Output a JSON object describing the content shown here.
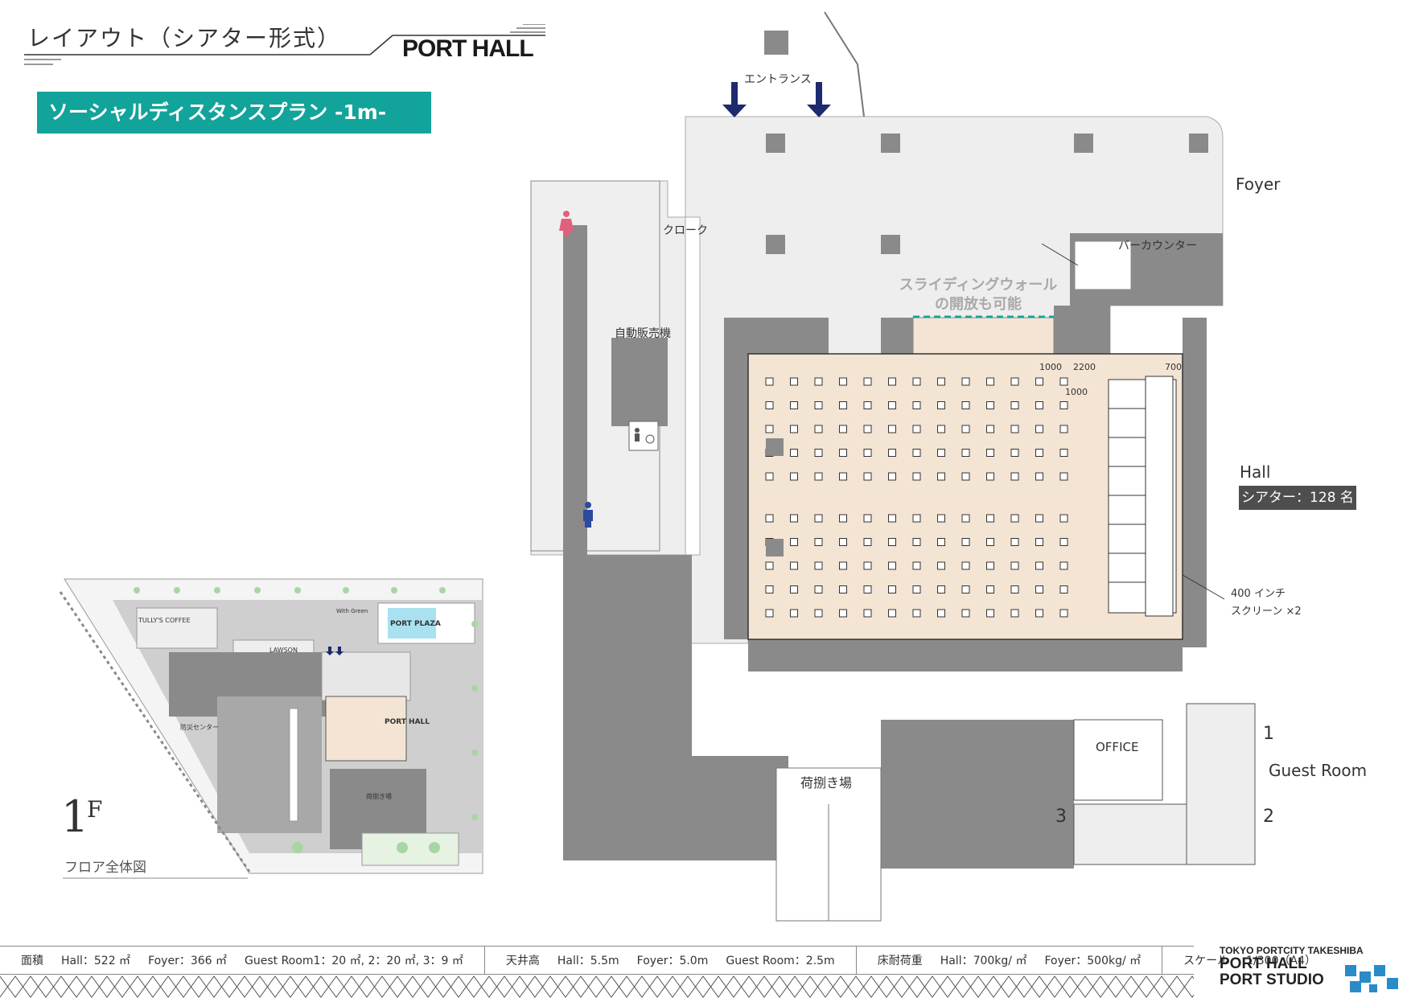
{
  "header": {
    "title": "レイアウト（シアター形式）",
    "brand": "PORT HALL"
  },
  "plan_badge": "ソーシャルディスタンスプラン -1m-",
  "floorplan": {
    "entrance": "エントランス",
    "foyer": "Foyer",
    "cloak": "クローク",
    "vending": "自動販売機",
    "bar_counter": "バーカウンター",
    "sliding_wall_line1": "スライディングウォール",
    "sliding_wall_line2": "の開放も可能",
    "dim_1000_a": "1000",
    "dim_2200": "2200",
    "dim_700": "700",
    "dim_1000_b": "1000",
    "hall": "Hall",
    "capacity": "シアター：128 名",
    "screen_line1": "400 インチ",
    "screen_line2": "スクリーン ×2",
    "office": "OFFICE",
    "loading": "荷捌き場",
    "guest_room": "Guest Room",
    "room_1": "1",
    "room_2": "2",
    "room_3": "3"
  },
  "site_map": {
    "floor_number": "1",
    "floor_suffix": "F",
    "caption": "フロア全体図",
    "labels": {
      "tullys": "TULLY'S COFFEE",
      "lawson": "LAWSON",
      "port_plaza": "PORT PLAZA",
      "port_hall": "PORT HALL",
      "bosai": "防災センター",
      "nifuba": "荷捌き場",
      "green": "With Green"
    }
  },
  "footer": {
    "area_label": "面積",
    "area_hall": "Hall：522 ㎡",
    "area_foyer": "Foyer：366 ㎡",
    "area_guest": "Guest Room1：20 ㎡, 2：20 ㎡, 3：9 ㎡",
    "ceiling_label": "天井高",
    "ceiling_hall": "Hall：5.5m",
    "ceiling_foyer": "Foyer：5.0m",
    "ceiling_guest": "Guest Room：2.5m",
    "load_label": "床耐荷重",
    "load_hall": "Hall：700kg/ ㎡",
    "load_foyer": "Foyer：500kg/ ㎡",
    "scale_label": "スケール",
    "scale_value": "1/300（A4）"
  },
  "logo": {
    "line1": "TOKYO PORTCITY TAKESHIBA",
    "line2": "PORT HALL",
    "line3": "PORT STUDIO"
  },
  "seating": {
    "upper_block_rows": 5,
    "lower_block_rows": 5,
    "seats_per_row": 13
  },
  "colors": {
    "teal": "#12a39a",
    "hall_floor": "#f3e4d3",
    "foyer_floor": "#eeeeef",
    "structure": "#8a8a8a",
    "navy_arrow": "#1c2a6e"
  }
}
